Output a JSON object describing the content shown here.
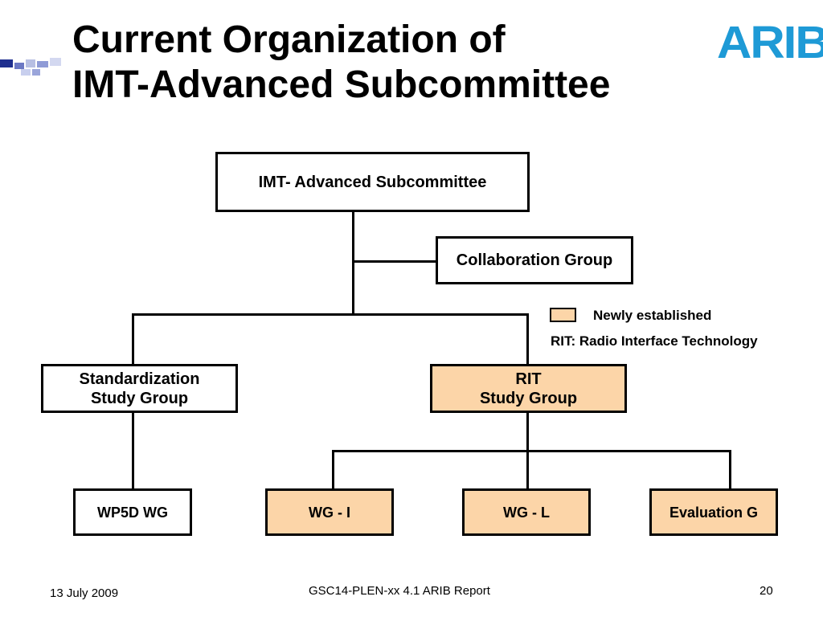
{
  "slide": {
    "title_line1": "Current Organization of",
    "title_line2": "IMT-Advanced Subcommittee",
    "logo_text": "ARIB"
  },
  "org_chart": {
    "root": "IMT- Advanced Subcommittee",
    "collaboration": "Collaboration Group",
    "standardization": "Standardization\nStudy Group",
    "rit": "RIT\nStudy Group",
    "wp5d": "WP5D WG",
    "wg_i": "WG - I",
    "wg_l": "WG - L",
    "evaluation": "Evaluation G"
  },
  "legend": {
    "new_label": "Newly established",
    "new_color": "#fcd5a8",
    "abbreviation": "RIT: Radio Interface Technology"
  },
  "footer": {
    "date": "13 July 2009",
    "center": "GSC14-PLEN-xx 4.1 ARIB Report",
    "page": "20"
  },
  "colors": {
    "logo": "#1e9ad6",
    "accent_dark": "#1f2f8f",
    "accent_light": "#b7bfe3"
  }
}
